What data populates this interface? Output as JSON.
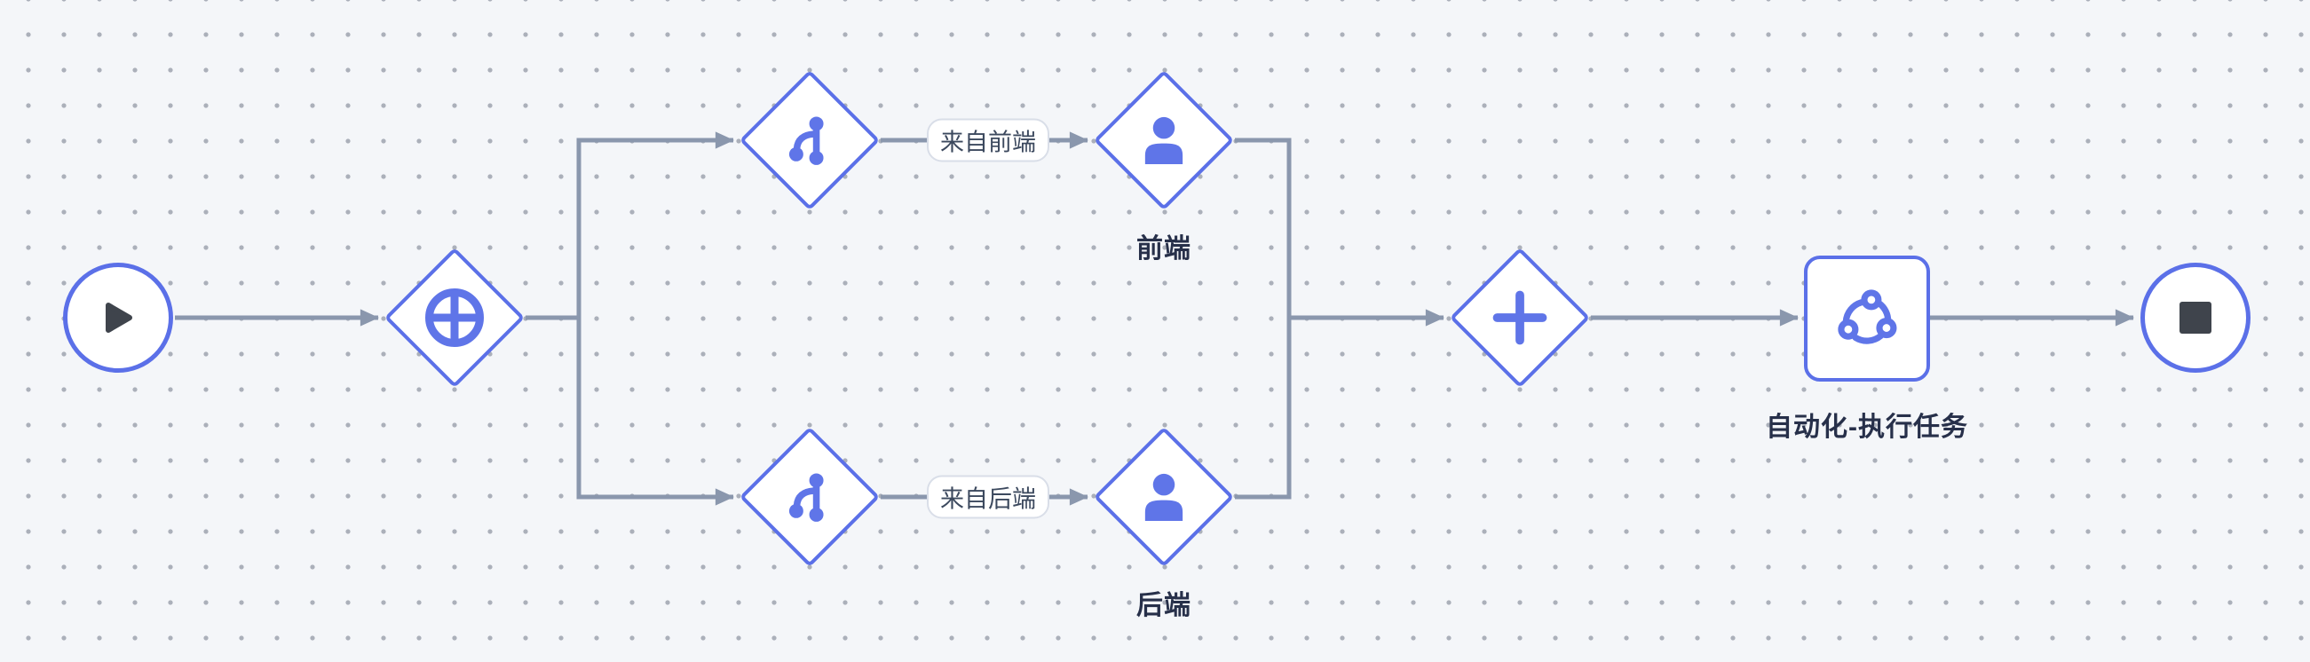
{
  "theme": {
    "canvas_bg": "#F4F6F9",
    "dot": "#ABB0BA",
    "accent": "#5B70E8",
    "icon_blue": "#5F75E8",
    "edge": "#8A97AD",
    "dark_icon": "#3F444C",
    "label_text": "#27304A",
    "pill_border": "#D9DEE8",
    "pill_text": "#3C495E",
    "node_bg": "#FFFFFF"
  },
  "nodes": {
    "start": {
      "type": "start-event",
      "icon": "play-icon"
    },
    "split": {
      "type": "parallel-gateway-split",
      "icon": "circle-plus-icon"
    },
    "branch_top": {
      "type": "branch-gateway",
      "icon": "git-branch-icon"
    },
    "branch_bottom": {
      "type": "branch-gateway",
      "icon": "git-branch-icon"
    },
    "user_top": {
      "type": "user-task",
      "icon": "user-icon",
      "label": "前端"
    },
    "user_bottom": {
      "type": "user-task",
      "icon": "user-icon",
      "label": "后端"
    },
    "join": {
      "type": "parallel-gateway-join",
      "icon": "plus-icon"
    },
    "task": {
      "type": "automation-task",
      "icon": "automation-icon",
      "label": "自动化-执行任务"
    },
    "end": {
      "type": "end-event",
      "icon": "stop-icon"
    }
  },
  "edges": {
    "from_frontend_label": "来自前端",
    "from_backend_label": "来自后端"
  }
}
